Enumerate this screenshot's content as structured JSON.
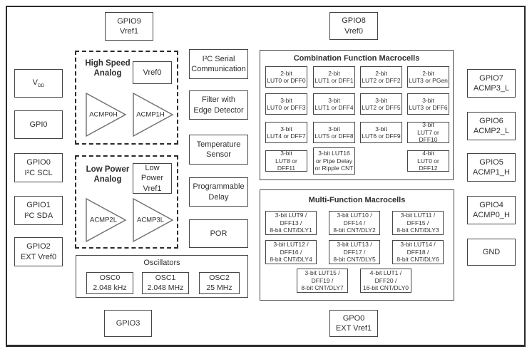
{
  "colors": {
    "outer_border": "#2b2b2b",
    "box_border": "#454545",
    "text": "#2e2e2e",
    "triangle_stroke": "#6e6e6e",
    "background": "#ffffff"
  },
  "pins": {
    "gpio9": "GPIO9\nVref1",
    "gpio8": "GPIO8\nVref0",
    "vdd_main": "V",
    "vdd_sub": "DD",
    "gpi0": "GPI0",
    "gpio0": "GPIO0\nI²C SCL",
    "gpio1": "GPIO1\nI²C SDA",
    "gpio2": "GPIO2\nEXT Vref0",
    "gpio3": "GPIO3",
    "gpo0": "GPO0\nEXT Vref1",
    "gpio7": "GPIO7\nACMP3_L",
    "gpio6": "GPIO6\nACMP2_L",
    "gpio5": "GPIO5\nACMP1_H",
    "gpio4": "GPIO4\nACMP0_H",
    "gnd": "GND"
  },
  "analog": {
    "high_speed": {
      "title": "High Speed\nAnalog",
      "vref": "Vref0",
      "amp0": "ACMP0H",
      "amp1": "ACMP1H"
    },
    "low_power": {
      "title": "Low Power\nAnalog",
      "vref": "Low\nPower\nVref1",
      "amp0": "ACMP2L",
      "amp1": "ACMP3L"
    }
  },
  "middle_blocks": {
    "i2c": "I²C Serial\nCommunication",
    "filter": "Filter with\nEdge Detector",
    "temp": "Temperature\nSensor",
    "delay": "Programmable\nDelay",
    "por": "POR"
  },
  "oscillators": {
    "title": "Oscillators",
    "osc0": "OSC0\n2.048 kHz",
    "osc1": "OSC1\n2.048 MHz",
    "osc2": "OSC2\n25 MHz"
  },
  "comb": {
    "title": "Combination Function Macrocells",
    "row1": [
      "2-bit\nLUT0 or DFF0",
      "2-bit\nLUT1 or DFF1",
      "2-bit\nLUT2 or DFF2",
      "2-bit\nLUT3 or PGen"
    ],
    "row2": [
      "3-bit\nLUT0 or DFF3",
      "3-bit\nLUT1 or DFF4",
      "3-bit\nLUT2 or DFF5",
      "3-bit\nLUT3 or DFF6"
    ],
    "row3": [
      "3-bit\nLUT4 or DFF7",
      "3-bit\nLUT5 or DFF8",
      "3-bit\nLUT6 or DFF9",
      "3-bit\nLUT7 or DFF10"
    ],
    "row4": [
      "3-bit\nLUT8 or DFF11",
      "3-bit LUT16\nor Pipe Delay\nor Ripple CNT",
      "4-bit\nLUT0 or DFF12"
    ]
  },
  "multi": {
    "title": "Multi-Function Macrocells",
    "row1": [
      "3-bit LUT9 /\nDFF13 /\n8-bit CNT/DLY1",
      "3-bit LUT10 /\nDFF14 /\n8-bit CNT/DLY2",
      "3-bit LUT11 /\nDFF15 /\n8-bit CNT/DLY3"
    ],
    "row2": [
      "3-bit LUT12 /\nDFF16 /\n8-bit CNT/DLY4",
      "3-bit LUT13 /\nDFF17 /\n8-bit CNT/DLY5",
      "3-bit LUT14 /\nDFF18 /\n8-bit CNT/DLY6"
    ],
    "row3": [
      "3-bit LUT15 /\nDFF19 /\n8-bit CNT/DLY7",
      "4-bit LUT1 /\nDFF20 /\n16-bit CNT/DLY0"
    ]
  }
}
